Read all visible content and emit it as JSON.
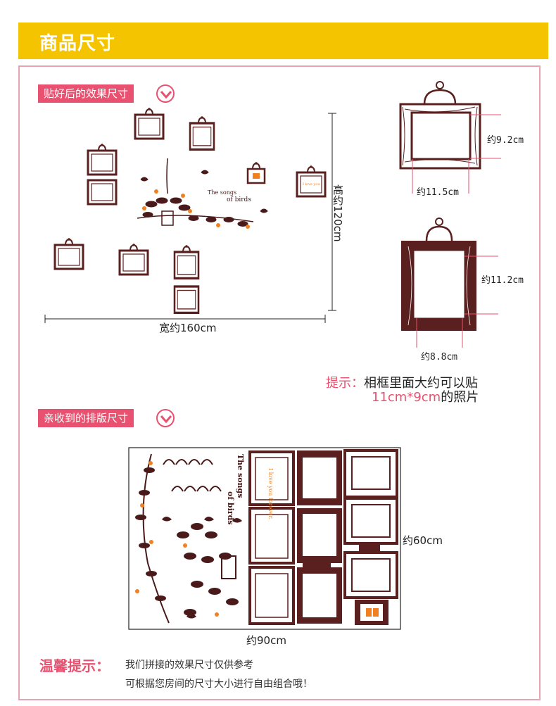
{
  "header": {
    "title": "商品尺寸"
  },
  "section1": {
    "tag": "贴好后的效果尺寸",
    "width_label": "宽约160cm",
    "height_label": "高约120cm",
    "small_frame": {
      "height_label": "约9.2cm",
      "width_label": "约11.5cm"
    },
    "tall_frame": {
      "height_label": "约11.2cm",
      "width_label": "约8.8cm"
    },
    "tip": {
      "prefix": "提示：",
      "line1": "相框里面大约可以贴",
      "size_text": "11cm*9cm",
      "line2_suffix": "的照片"
    }
  },
  "section2": {
    "tag": "亲收到的排版尺寸",
    "height_label": "约60cm",
    "width_label": "约90cm"
  },
  "sticker_text": {
    "title_line1": "The songs",
    "title_line2": "of birds",
    "love_text": "I love you forever."
  },
  "footer": {
    "title": "温馨提示：",
    "line1": "我们拼接的效果尺寸仅供参考",
    "line2": "可根据您房间的尺寸大小进行自由组合哦！"
  },
  "colors": {
    "header_bg": "#f5c400",
    "accent_pink": "#e8516f",
    "frame_brown": "#5a1f1f",
    "leaf_brown": "#4a1a1a",
    "flower_orange": "#f08020",
    "border_pink": "#e8a3b3"
  }
}
